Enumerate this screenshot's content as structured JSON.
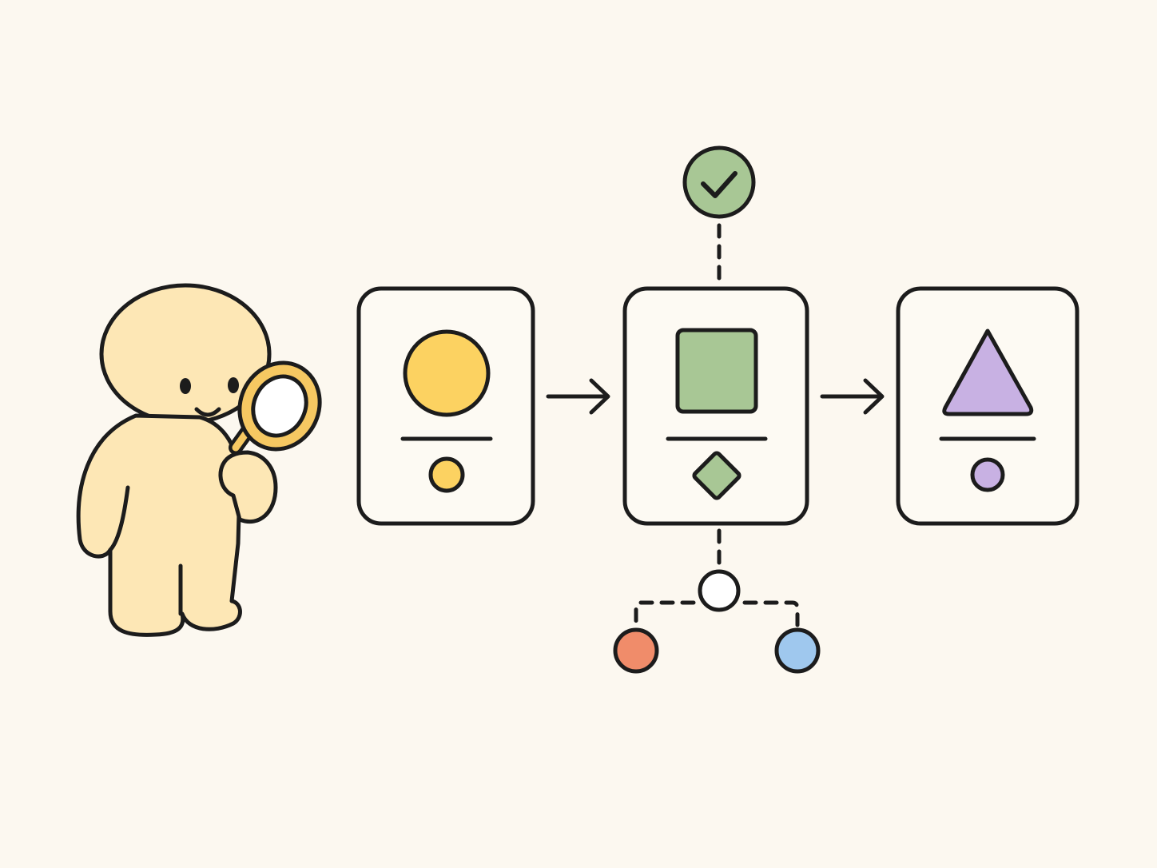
{
  "colors": {
    "background": "#fcf8f0",
    "outline": "#1c1c1c",
    "card_fill": "#fdfaf3",
    "character_skin": "#fde7b5",
    "magnifier_rim": "#f6c862",
    "magnifier_lens": "#ffffff",
    "yellow": "#fcd261",
    "green": "#a8c795",
    "purple": "#c8b1e3",
    "red": "#f08c6a",
    "blue": "#9fc8ee",
    "white_node": "#ffffff"
  },
  "diagram": {
    "character": {
      "icon": "magnifying-glass-icon"
    },
    "cards": [
      {
        "id": "card-1",
        "primary_shape": "circle",
        "secondary_shape": "circle",
        "color": "yellow"
      },
      {
        "id": "card-2",
        "primary_shape": "square",
        "secondary_shape": "diamond",
        "color": "green"
      },
      {
        "id": "card-3",
        "primary_shape": "triangle",
        "secondary_shape": "circle",
        "color": "purple"
      }
    ],
    "arrows": [
      {
        "from": "card-1",
        "to": "card-2"
      },
      {
        "from": "card-2",
        "to": "card-3"
      }
    ],
    "approval_badge": {
      "icon": "checkmark-icon",
      "color": "green",
      "attached_to": "card-2",
      "link_style": "dashed"
    },
    "branch": {
      "attached_to": "card-2",
      "link_style": "dashed",
      "hub_color": "white_node",
      "leaves": [
        {
          "name": "left-leaf",
          "color": "red"
        },
        {
          "name": "right-leaf",
          "color": "blue"
        }
      ]
    }
  }
}
